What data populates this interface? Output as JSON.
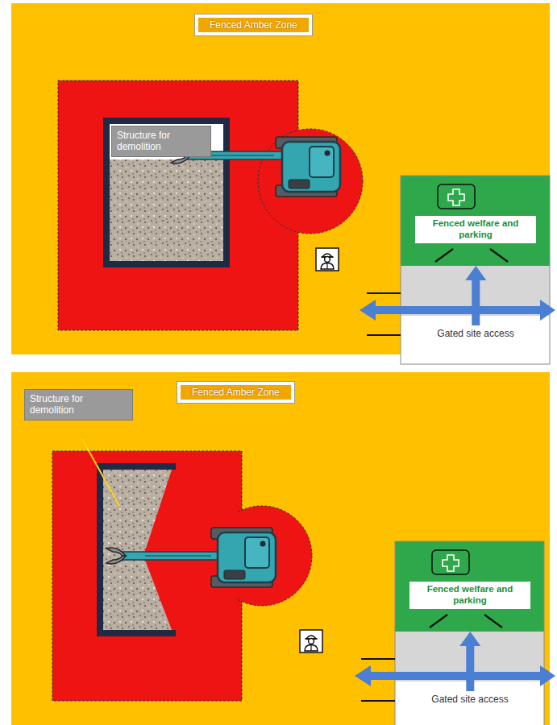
{
  "diagram": {
    "nodes": [
      {
        "text": [
          "Fenced Amber Zone"
        ]
      },
      {
        "text": [
          "Structure for demolition"
        ],
        "in": 0
      },
      {
        "text": [
          "Fenced welfare and parking"
        ],
        "in": 0
      },
      {
        "text": [
          "Gated site access"
        ],
        "in": 0
      },
      {
        "text": [
          "Fenced Amber Zone"
        ]
      },
      {
        "text": [
          "Structure for demolition"
        ],
        "in": 4
      },
      {
        "text": [
          "Fenced welfare and parking"
        ],
        "in": 4
      },
      {
        "text": [
          "Gated site access"
        ],
        "in": 4
      }
    ],
    "edges": [
      {
        "from": 3,
        "to": 2,
        "arrow": "to"
      },
      {
        "from": 7,
        "to": 6,
        "arrow": "to"
      }
    ]
  }
}
